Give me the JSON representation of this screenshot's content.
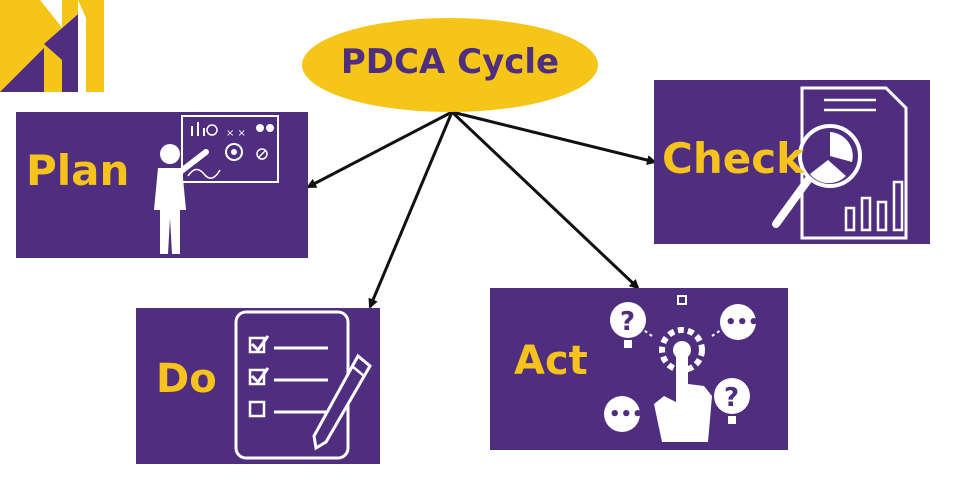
{
  "center": {
    "title": "PDCA Cycle"
  },
  "steps": {
    "plan": {
      "label": "Plan"
    },
    "do": {
      "label": "Do"
    },
    "check": {
      "label": "Check"
    },
    "act": {
      "label": "Act"
    }
  },
  "icons": {
    "logo": "nm-logo-icon",
    "plan": "presenter-whiteboard-icon",
    "do": "checklist-pencil-icon",
    "check": "magnifier-report-icon",
    "act": "hand-gear-questions-icon"
  },
  "colors": {
    "box": "#4f2d7f",
    "label": "#f6c21c",
    "ellipse": "#f5c518",
    "title": "#4f2d7f",
    "arrow": "#111111",
    "icon": "#ffffff"
  }
}
